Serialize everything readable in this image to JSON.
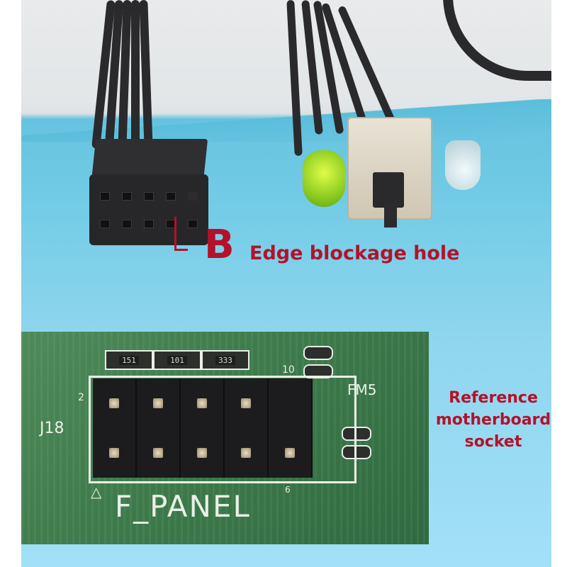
{
  "image": {
    "description": "Product photo: PC front-panel cable with 10-pin (2x5) connector, LEDs and power switch, with a reference motherboard F_PANEL header inset",
    "colors": {
      "label_red": "#b3122a",
      "mat_blue": "#8fd6ee",
      "pcb_green": "#3f7c4c"
    }
  },
  "annotations": {
    "marker_letter": "B",
    "marker_caption": "Edge blockage hole",
    "reference_caption": [
      "Reference",
      "motherboard",
      "socket"
    ]
  },
  "pcb": {
    "header_label": "F_PANEL",
    "designator": "J18",
    "side_label": "FM5",
    "pin_numbers": {
      "top_left": "2",
      "top_right": "10",
      "bottom_right": "6"
    },
    "resistor_codes": [
      "151",
      "101",
      "333"
    ],
    "pin_triangle_symbol": "△"
  },
  "connector": {
    "rows": 2,
    "cols": 5,
    "blocked_hole": "top-right"
  }
}
